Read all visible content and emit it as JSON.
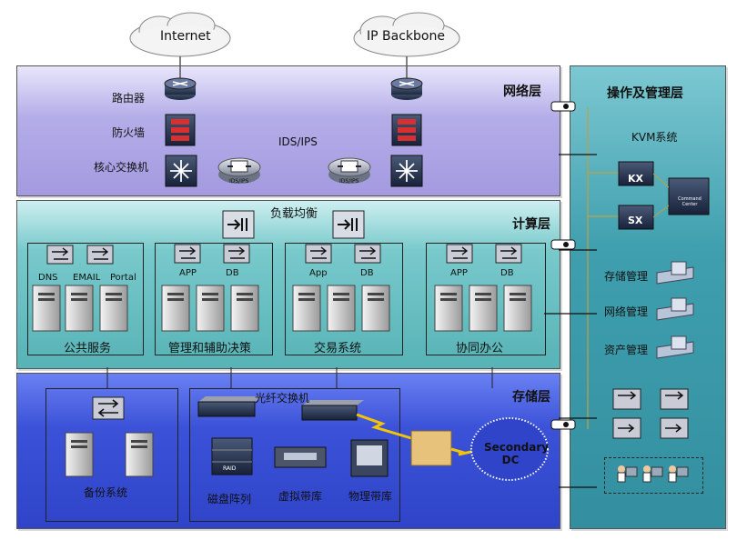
{
  "clouds": {
    "internet": "Internet",
    "backbone": "IP Backbone"
  },
  "network_layer": {
    "title": "网络层",
    "router_label": "路由器",
    "firewall_label": "防火墙",
    "core_switch_label": "核心交换机",
    "ids_label": "IDS/IPS",
    "device_caption": "IDS/IPS"
  },
  "compute_layer": {
    "title": "计算层",
    "load_balance": "负载均衡",
    "groups": [
      {
        "name": "公共服务",
        "items": [
          "DNS",
          "EMAIL",
          "Portal"
        ]
      },
      {
        "name": "管理和辅助决策",
        "items": [
          "APP",
          "DB"
        ]
      },
      {
        "name": "交易系统",
        "items": [
          "App",
          "DB"
        ]
      },
      {
        "name": "协同办公",
        "items": [
          "APP",
          "DB"
        ]
      }
    ]
  },
  "storage_layer": {
    "title": "存储层",
    "backup": "备份系统",
    "fc_switch": "光纤交换机",
    "disk_array": "磁盘阵列",
    "virtual_tape": "虚拟带库",
    "physical_tape": "物理带库",
    "raid_caption": "RAID",
    "secondary_dc": "Secondary DC"
  },
  "mgmt_layer": {
    "title": "操作及管理层",
    "kvm": "KVM系统",
    "kx": "KX",
    "sx": "SX",
    "command_center": "Command Center",
    "storage_mgmt": "存储管理",
    "network_mgmt": "网络管理",
    "asset_mgmt": "资产管理"
  }
}
